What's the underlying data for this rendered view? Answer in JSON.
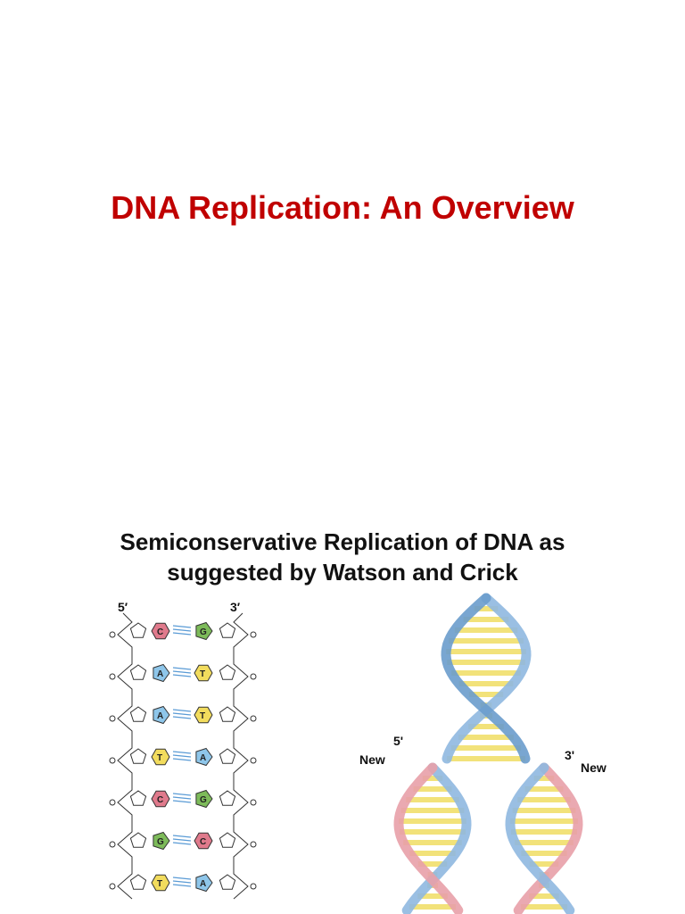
{
  "slide1": {
    "title": "DNA Replication: An Overview"
  },
  "slide2": {
    "title_line1": "Semiconservative Replication of DNA as",
    "title_line2": "suggested by Watson and Crick",
    "ladder": {
      "label_5prime": "5′",
      "label_3prime": "3′",
      "pairs": [
        {
          "left": "C",
          "right": "G"
        },
        {
          "left": "A",
          "right": "T"
        },
        {
          "left": "A",
          "right": "T"
        },
        {
          "left": "T",
          "right": "A"
        },
        {
          "left": "C",
          "right": "G"
        },
        {
          "left": "G",
          "right": "C"
        },
        {
          "left": "T",
          "right": "A"
        }
      ]
    },
    "helix": {
      "label_5prime": "5'",
      "label_3prime": "3'",
      "label_new_left": "New",
      "label_new_right": "New"
    },
    "colors": {
      "title_red": "#c00000",
      "C": "#e07a8c",
      "G": "#7dbb5a",
      "A": "#8ec6ea",
      "T": "#f2dc5d",
      "old_strand": "#8fb8e0",
      "new_strand": "#e8a0a8",
      "rungs": "#f2e27a"
    }
  }
}
